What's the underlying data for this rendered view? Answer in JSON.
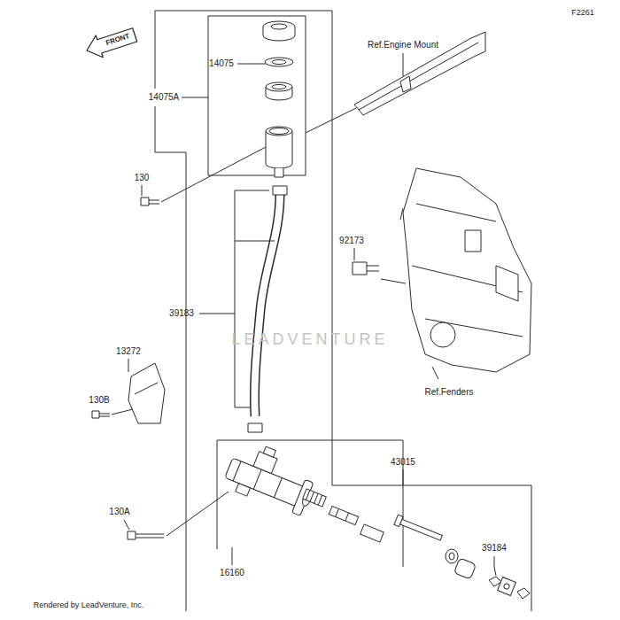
{
  "diagram": {
    "labels": [
      "F2261",
      "FRONT",
      "Ref.Engine Mount",
      "14075",
      "14075A",
      "130",
      "92173",
      "39183",
      "LEADVENTURE",
      "Ref.Fenders",
      "13272",
      "130B",
      "43015",
      "130A",
      "16160",
      "39184",
      "Rendered by LeadVenture, Inc."
    ]
  }
}
